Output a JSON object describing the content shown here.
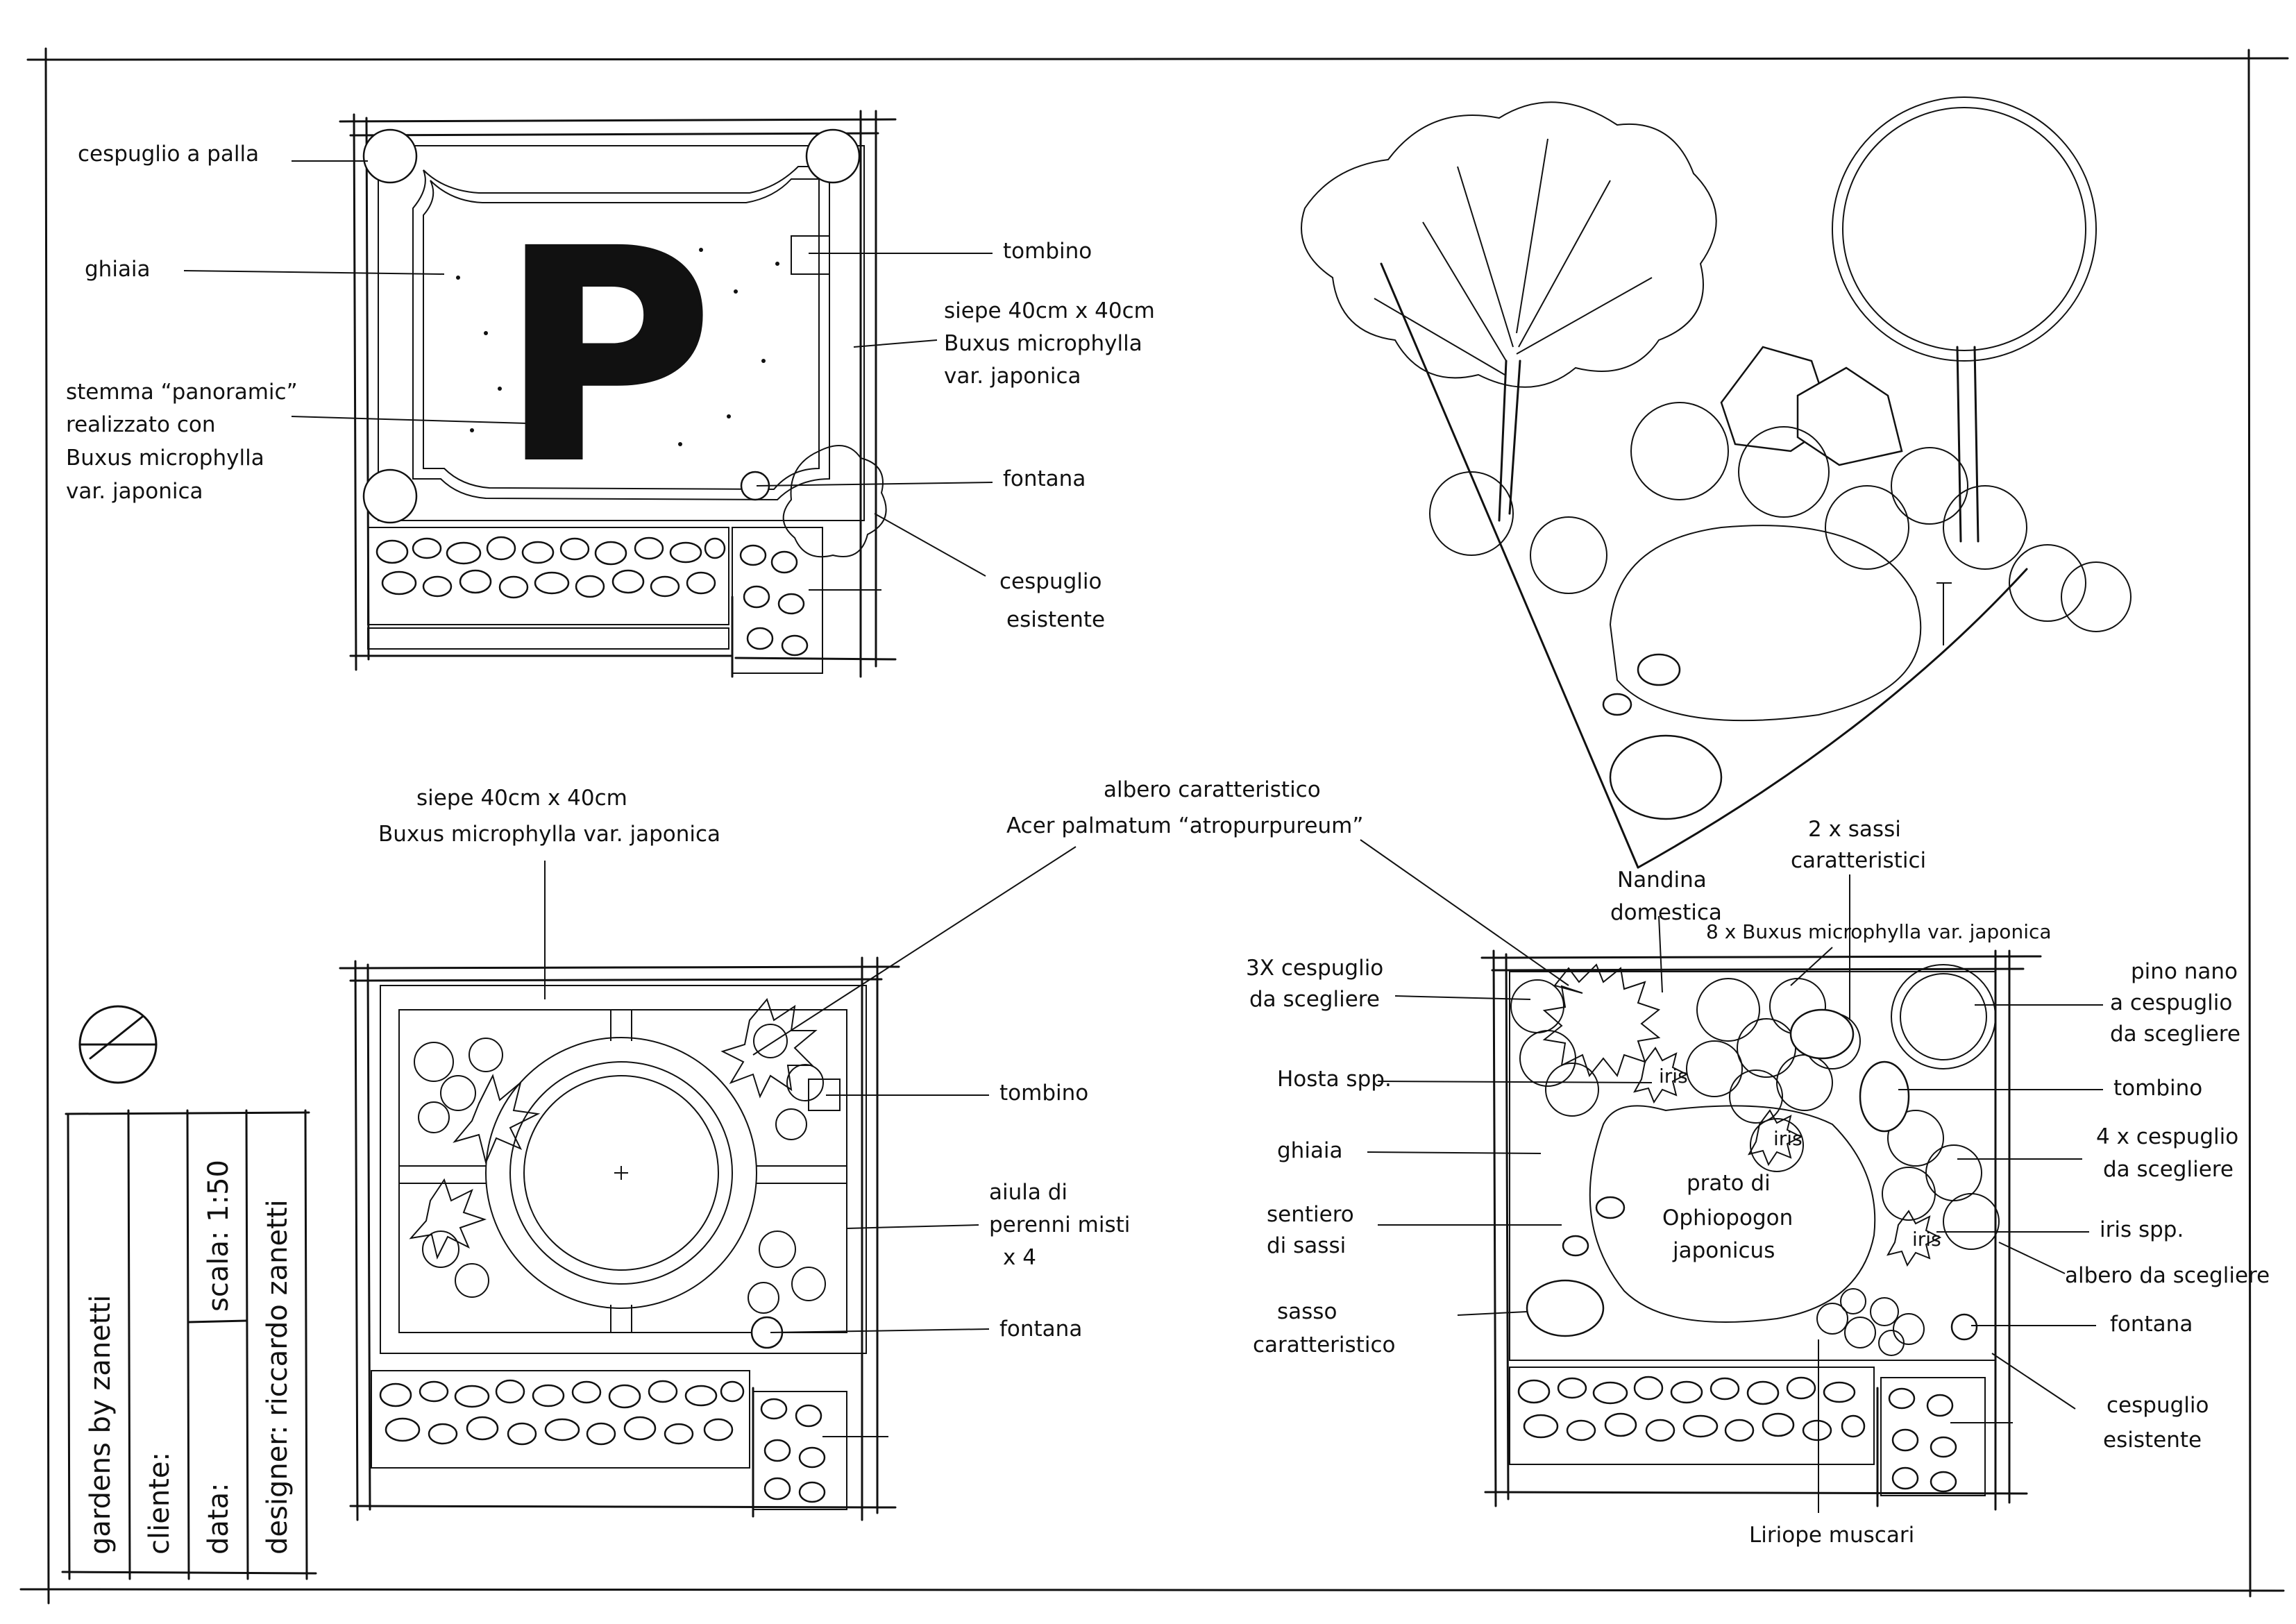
{
  "plan_1": {
    "labels": {
      "cespuglio_a_palla": "cespuglio a palla",
      "ghiaia": "ghiaia",
      "stemma_1": "stemma “panoramic”",
      "stemma_2": "realizzato con",
      "stemma_3": "Buxus microphylla",
      "stemma_4": "var. japonica",
      "tombino": "tombino",
      "siepe_1": "siepe 40cm x 40cm",
      "siepe_2": "Buxus microphylla",
      "siepe_3": "var. japonica",
      "fontana": "fontana",
      "cespuglio_esistente_1": "cespuglio",
      "cespuglio_esistente_2": "esistente"
    },
    "monogram": "P"
  },
  "plan_2": {
    "labels": {
      "siepe_1": "siepe 40cm x 40cm",
      "siepe_2": "Buxus microphylla var. japonica",
      "albero_1": "albero caratteristico",
      "albero_2": "Acer palmatum “atropurpureum”",
      "tombino": "tombino",
      "aiula_1": "aiula di",
      "aiula_2": "perenni misti",
      "aiula_3": "x 4",
      "fontana": "fontana"
    }
  },
  "plan_3": {
    "labels": {
      "nandina_1": "Nandina",
      "nandina_2": "domestica",
      "sassi_1": "2 x sassi",
      "sassi_2": "caratteristici",
      "buxus": "8 x Buxus microphylla var. japonica",
      "cespuglio3_1": "3X cespuglio",
      "cespuglio3_2": "da scegliere",
      "pino_1": "pino nano",
      "pino_2": "a cespuglio",
      "pino_3": "da scegliere",
      "hosta": "Hosta spp.",
      "tombino": "tombino",
      "ghiaia": "ghiaia",
      "cespuglio4_1": "4 x cespuglio",
      "cespuglio4_2": "da scegliere",
      "prato_1": "prato di",
      "prato_2": "Ophiopogon",
      "prato_3": "japonicus",
      "sentiero_1": "sentiero",
      "sentiero_2": "di sassi",
      "iris": "iris spp.",
      "albero": "albero da scegliere",
      "sasso_1": "sasso",
      "sasso_2": "caratteristico",
      "fontana": "fontana",
      "cespuglio_es_1": "cespuglio",
      "cespuglio_es_2": "esistente",
      "liriope": "Liriope muscari",
      "iris_tag_1": "iris",
      "iris_tag_2": "iris",
      "iris_tag_3": "iris"
    }
  },
  "title_block": {
    "company": "gardens by zanetti",
    "cliente": "cliente:",
    "data": "data:",
    "scala": "scala: 1:50",
    "designer": "designer: riccardo zanetti"
  },
  "icons": [
    "north-compass-icon",
    "tree-canopy-icon",
    "shrub-icon",
    "stone-icon"
  ]
}
